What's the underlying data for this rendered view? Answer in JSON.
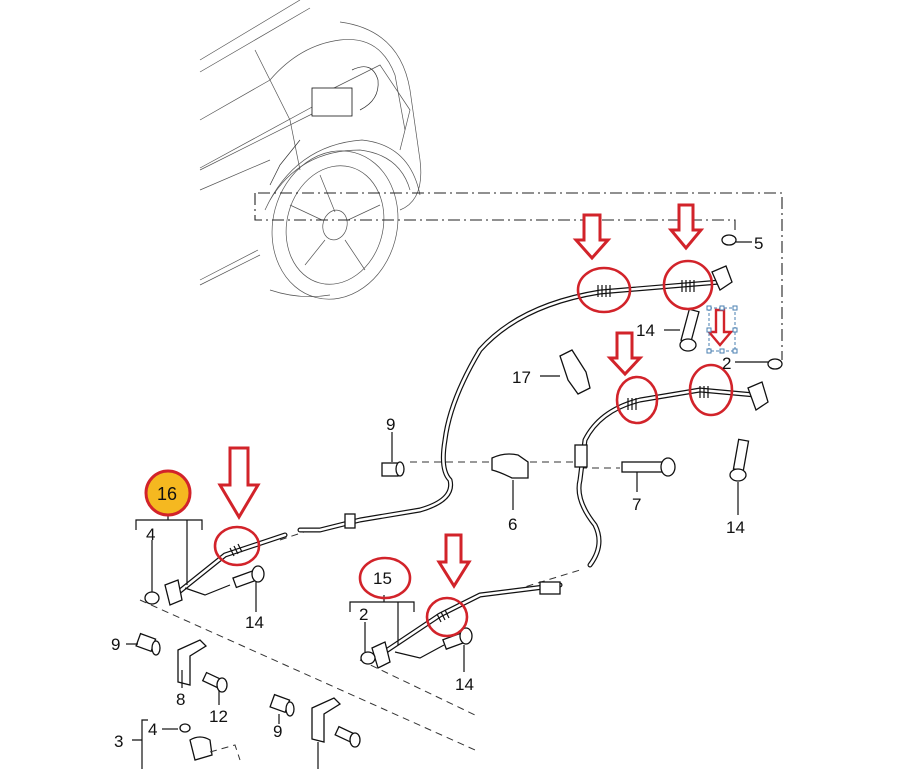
{
  "diagram": {
    "title": "Air conditioning refrigerant line exploded parts diagram",
    "highlight_color": "#f5b820",
    "annotation_color": "#d2232a",
    "highlighted_callout": "16",
    "circled_callout": "15",
    "callouts": [
      {
        "id": "c5",
        "label": "5"
      },
      {
        "id": "c14a",
        "label": "14"
      },
      {
        "id": "c2a",
        "label": "2"
      },
      {
        "id": "c17",
        "label": "17"
      },
      {
        "id": "c9a",
        "label": "9"
      },
      {
        "id": "c6",
        "label": "6"
      },
      {
        "id": "c7",
        "label": "7"
      },
      {
        "id": "c14b",
        "label": "14"
      },
      {
        "id": "c16",
        "label": "16"
      },
      {
        "id": "c4a",
        "label": "4"
      },
      {
        "id": "c14c",
        "label": "14"
      },
      {
        "id": "c15",
        "label": "15"
      },
      {
        "id": "c2b",
        "label": "2"
      },
      {
        "id": "c14d",
        "label": "14"
      },
      {
        "id": "c9b",
        "label": "9"
      },
      {
        "id": "c8",
        "label": "8"
      },
      {
        "id": "c12",
        "label": "12"
      },
      {
        "id": "c9c",
        "label": "9"
      },
      {
        "id": "c3",
        "label": "3"
      },
      {
        "id": "c4b",
        "label": "4"
      }
    ],
    "annotations": [
      {
        "type": "arrow",
        "target": "upper pipe crimp left"
      },
      {
        "type": "arrow",
        "target": "upper pipe crimp right"
      },
      {
        "type": "arrow",
        "target": "selected small arrow near 14"
      },
      {
        "type": "arrow",
        "target": "middle pipe crimp left"
      },
      {
        "type": "arrow",
        "target": "part 16 pipe crimp"
      },
      {
        "type": "arrow",
        "target": "part 15 pipe crimp"
      }
    ]
  }
}
